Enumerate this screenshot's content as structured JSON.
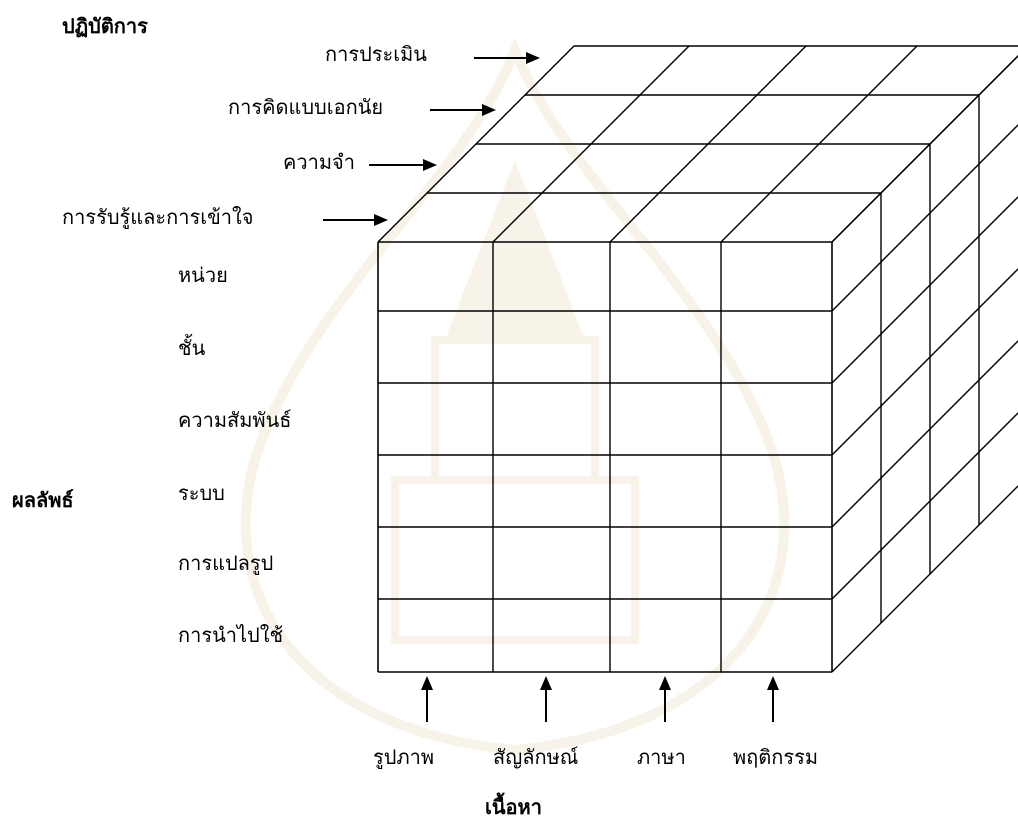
{
  "diagram": {
    "axis_operations": "ปฏิบัติการ",
    "axis_products": "ผลลัพธ์",
    "axis_contents": "เนื้อหา",
    "operations": [
      "การประเมิน",
      "การคิดแบบเอกนัย",
      "ความจำ",
      "การรับรู้และการเข้าใจ"
    ],
    "products": [
      "หน่วย",
      "ชั้น",
      "ความสัมพันธ์",
      "ระบบ",
      "การแปลรูป",
      "การนำไปใช้"
    ],
    "contents": [
      "รูปภาพ",
      "สัญลักษณ์",
      "ภาษา",
      "พฤติกรรม"
    ]
  },
  "colors": {
    "line": "#000000",
    "watermark": "#c8a64a"
  }
}
